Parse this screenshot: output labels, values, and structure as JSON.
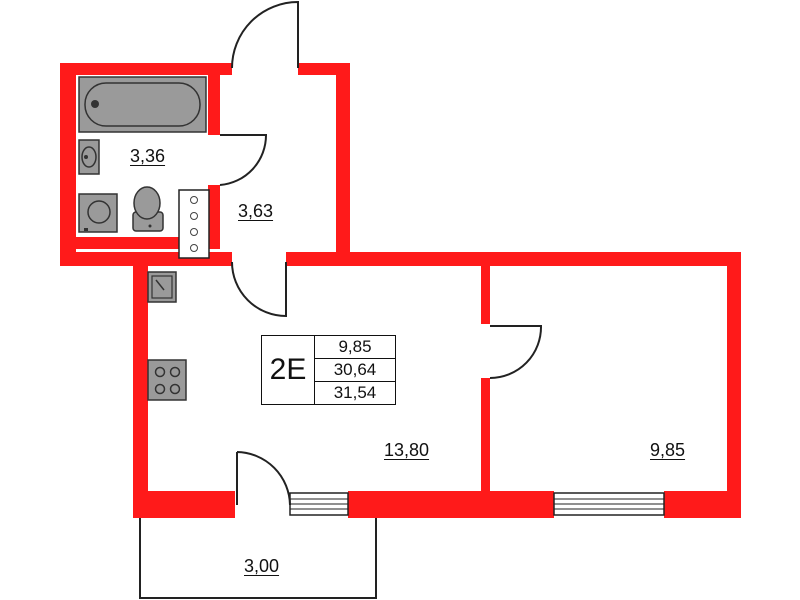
{
  "plan": {
    "apartment_code": "2E",
    "summary": {
      "living_area": "9,85",
      "total_area": "30,64",
      "total_with_balcony": "31,54"
    },
    "rooms": {
      "bathroom": "3,36",
      "hallway": "3,63",
      "kitchen_living": "13,80",
      "bedroom": "9,85",
      "balcony": "3,00"
    },
    "colors": {
      "wall": "#ff1a1a",
      "fixture": "#9a9a9a",
      "line": "#222222"
    },
    "icons": [
      "bathtub-icon",
      "sink-icon",
      "washing-machine-icon",
      "toilet-icon",
      "kitchen-sink-icon",
      "stove-icon"
    ]
  }
}
